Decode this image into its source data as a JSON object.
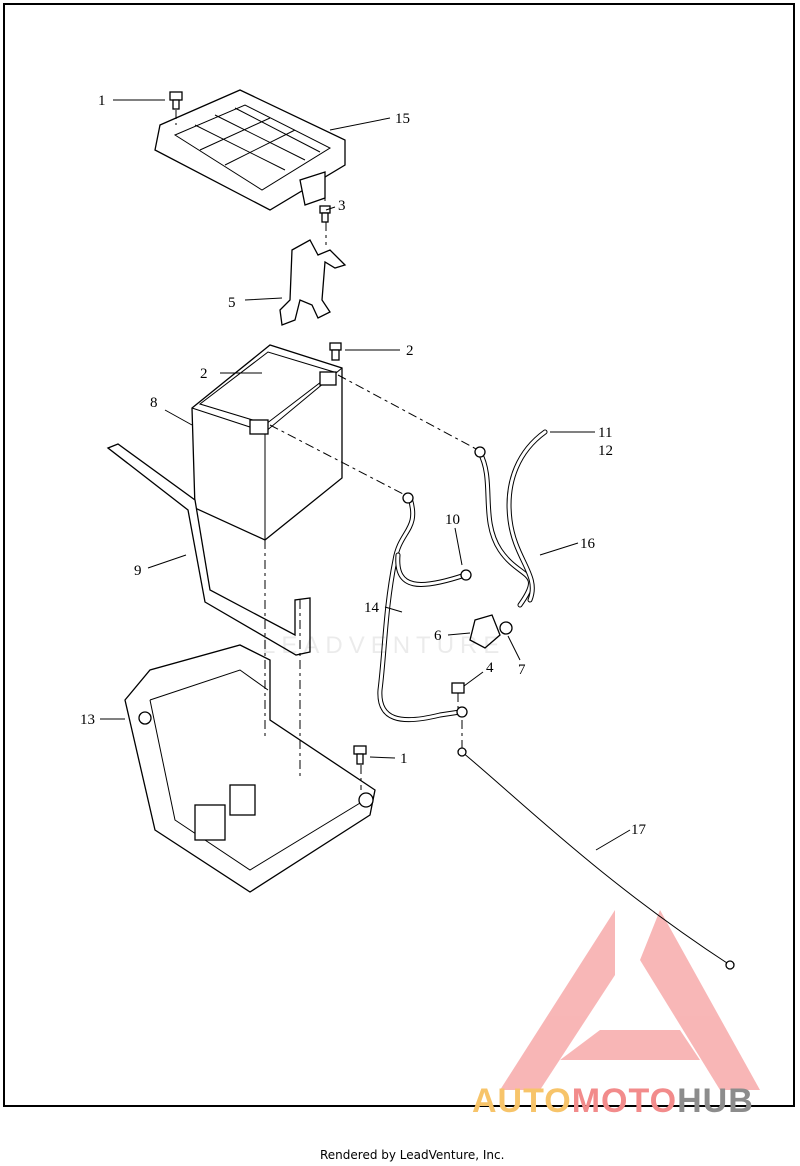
{
  "diagram": {
    "callouts": [
      "1",
      "15",
      "3",
      "5",
      "2",
      "2",
      "8",
      "11",
      "12",
      "10",
      "16",
      "9",
      "14",
      "6",
      "7",
      "4",
      "13",
      "1",
      "17"
    ]
  },
  "watermarks": {
    "leadventure": "LEADVENTURE",
    "logo_auto": "AUTO",
    "logo_moto": "MOTO",
    "logo_hub": "HUB"
  },
  "colors": {
    "auto": "#f7c46a",
    "moto": "#f28b8b",
    "hub": "#8c8c8c"
  },
  "footer": "Rendered by LeadVenture, Inc."
}
